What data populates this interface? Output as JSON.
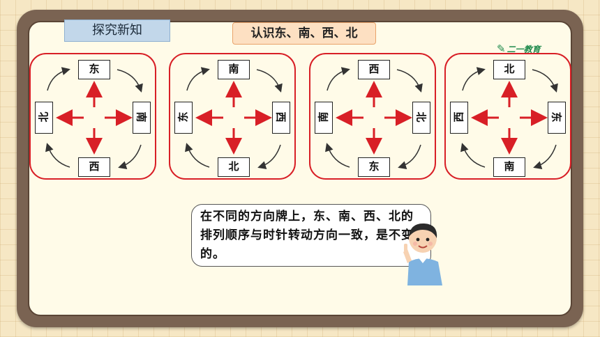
{
  "section_tag": "探究新知",
  "lesson_title": "认识东、南、西、北",
  "brand": "二一教育",
  "panels": [
    {
      "top": "东",
      "right": "南",
      "bottom": "西",
      "left": "北"
    },
    {
      "top": "南",
      "right": "西",
      "bottom": "北",
      "left": "东"
    },
    {
      "top": "西",
      "right": "北",
      "bottom": "东",
      "left": "南"
    },
    {
      "top": "北",
      "right": "东",
      "bottom": "南",
      "left": "西"
    }
  ],
  "speech": "在不同的方向牌上，东、南、西、北的排列顺序与时针转动方向一致，是不变的。",
  "colors": {
    "accent": "#d81f26",
    "board": "#fffbe8",
    "frame": "#7a6352"
  }
}
